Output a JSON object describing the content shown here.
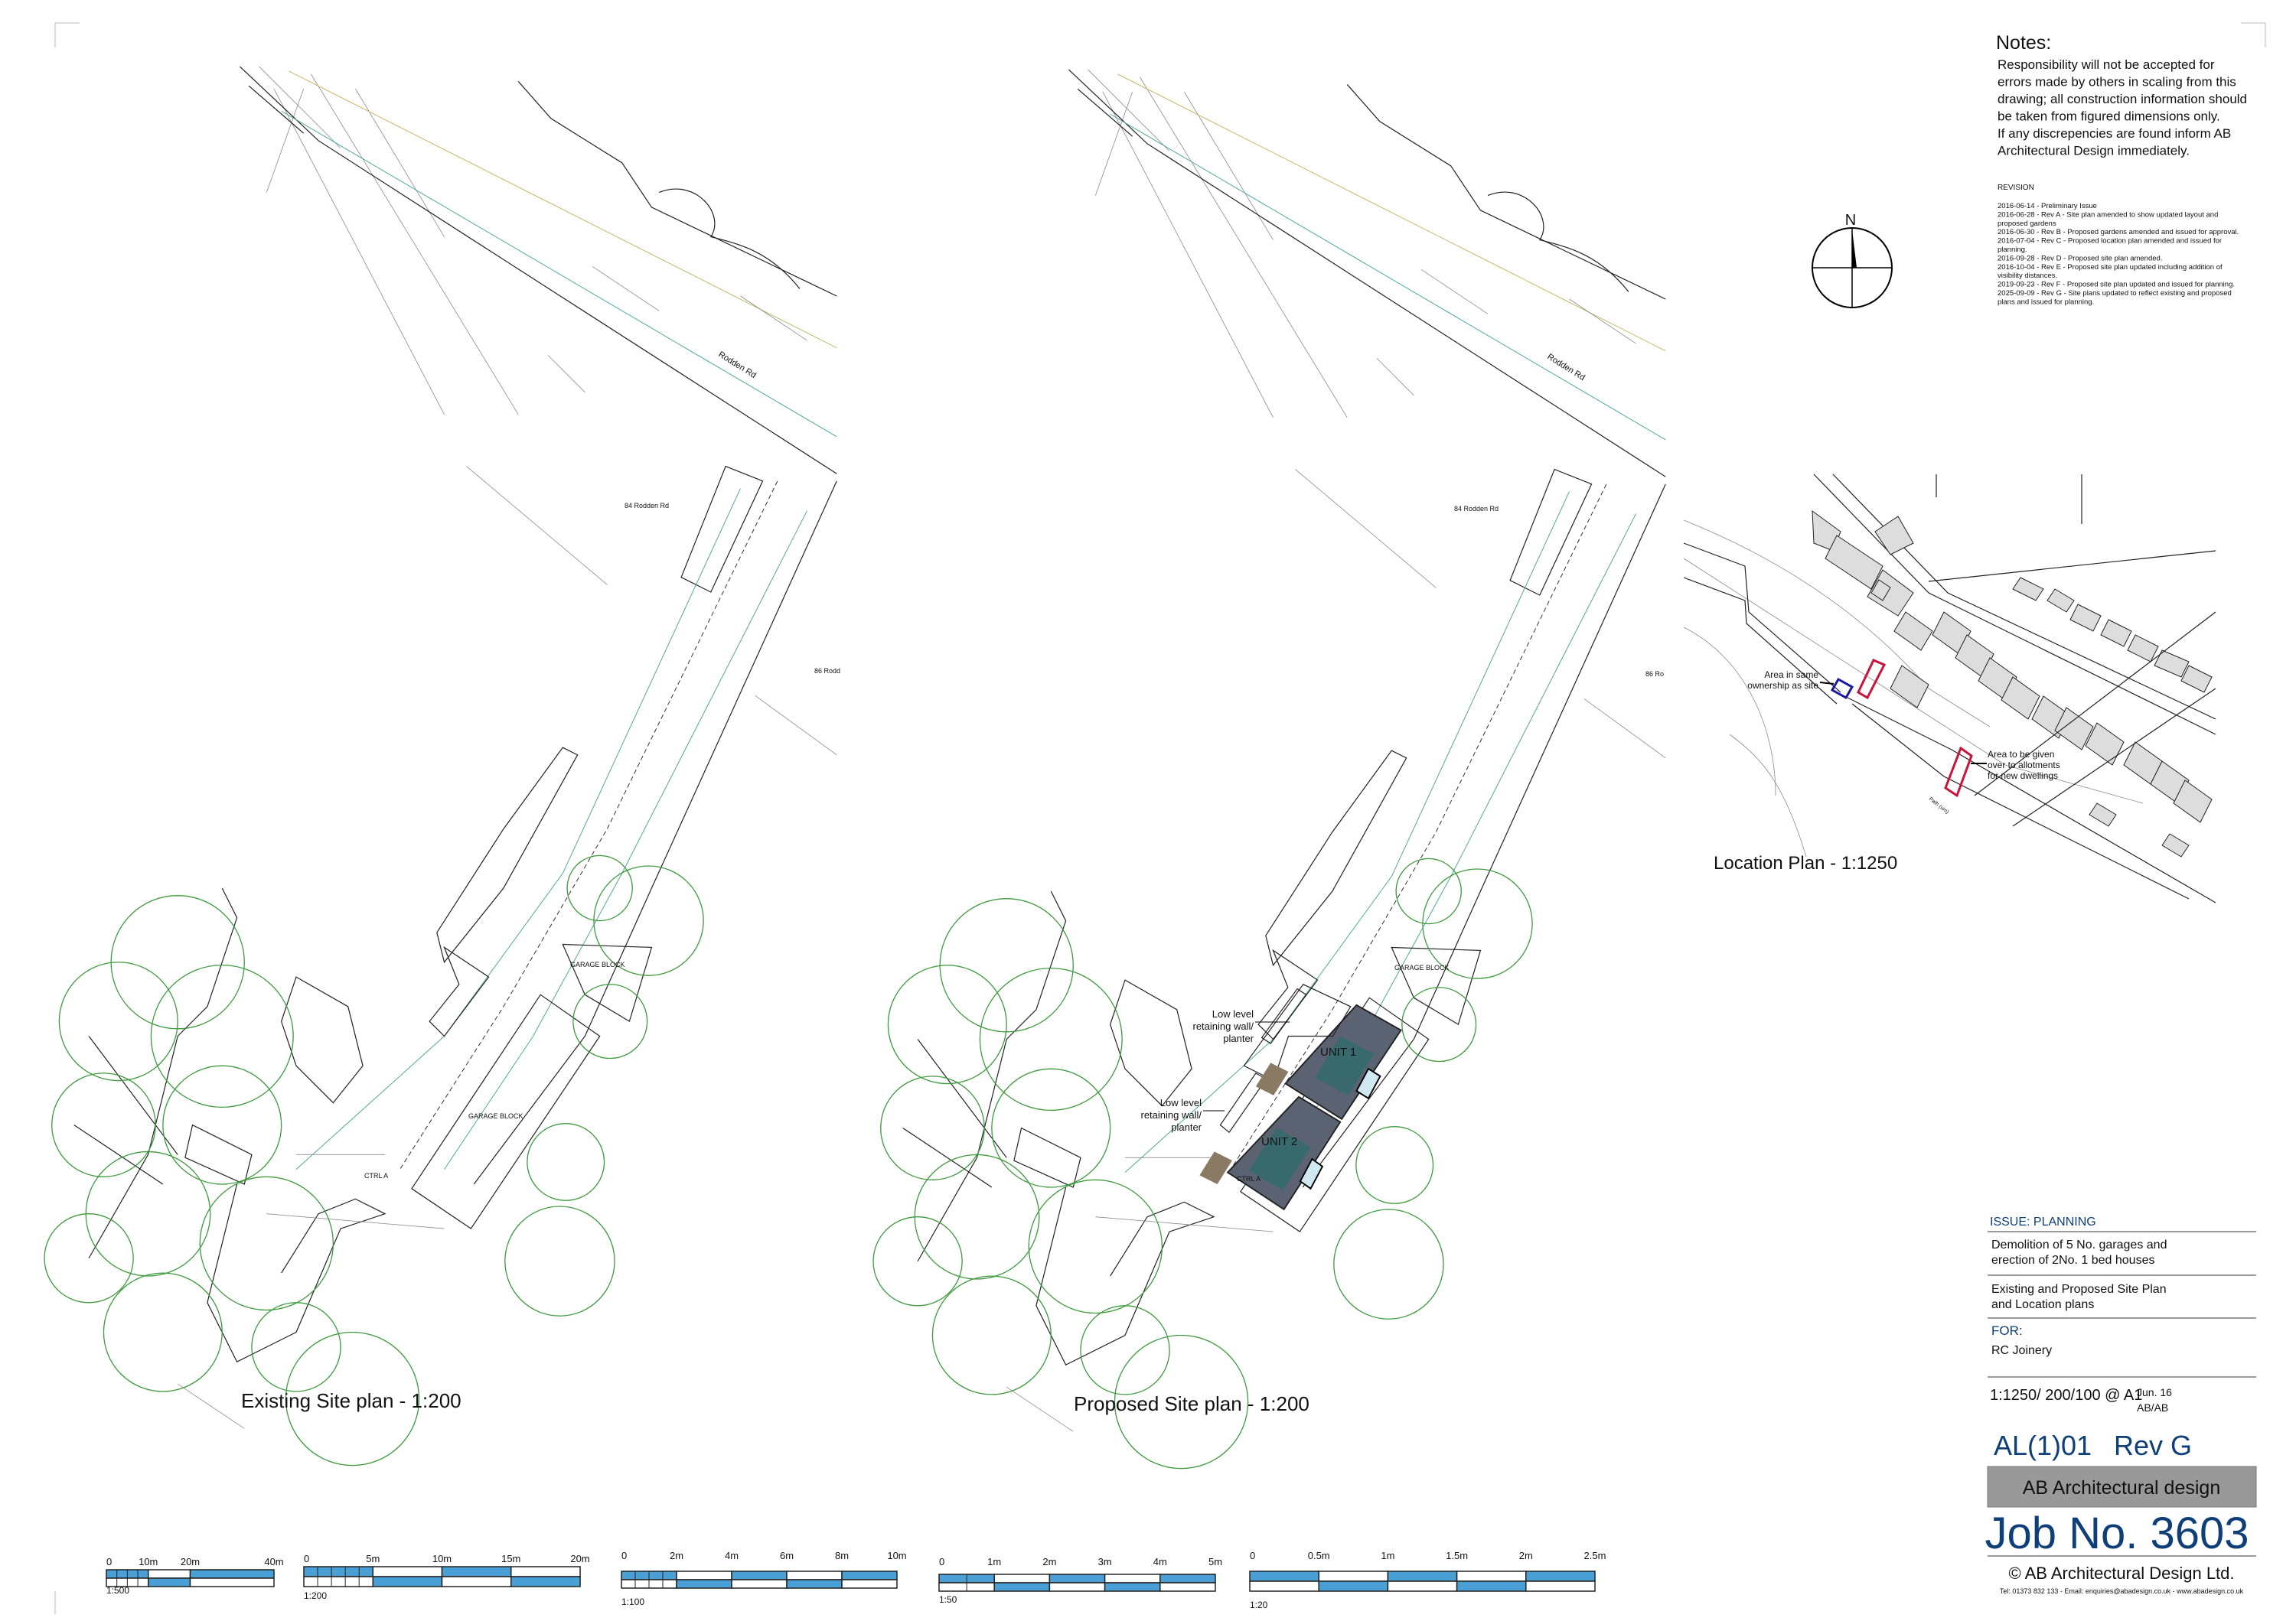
{
  "notes": {
    "title": "Notes:",
    "lines": [
      "Responsibility will not be accepted for",
      "errors made by others in scaling from this",
      "drawing; all construction information should",
      "be taken from figured dimensions only.",
      "If any discrepencies are found inform AB",
      "Architectural Design immediately."
    ]
  },
  "revision": {
    "title": "REVISION",
    "lines": [
      "2016-06-14 - Preliminary Issue",
      "2016-06-28 - Rev A - Site plan amended to show updated layout and",
      "proposed gardens",
      "2016-06-30 - Rev B - Proposed gardens amended and issued for approval.",
      "2016-07-04 - Rev C - Proposed location plan amended and issued for",
      "planning.",
      "2016-09-28 - Rev D - Proposed site plan amended.",
      "2016-10-04 - Rev E - Proposed site plan updated including addition of",
      "visibility distances.",
      "2019-09-23 - Rev F - Proposed site plan updated and issued for planning.",
      "2025-09-09 - Rev G - Site plans updated to reflect existing and proposed",
      "plans and issued for planning."
    ]
  },
  "north_arrow": {
    "label": "N",
    "icon": "north-arrow-icon"
  },
  "location_plan": {
    "title": "Location Plan - 1:1250",
    "label_ownership": [
      "Area in same",
      "ownership as site"
    ],
    "label_allotments": [
      "Area to be given",
      "over to allotments",
      "for new dwellings"
    ],
    "path_label": "Path (um)",
    "colors": {
      "site": "#c8143c",
      "ownership": "#1a1aa0"
    }
  },
  "existing_plan": {
    "title": "Existing Site plan - 1:200",
    "road": "Rodden Rd",
    "house_84": "84 Rodden Rd",
    "house_86": "86 Rodd",
    "garage_upper": "GARAGE BLOCK",
    "garage_lower": "GARAGE BLOCK",
    "ctrl": "CTRL A"
  },
  "proposed_plan": {
    "title": "Proposed Site plan - 1:200",
    "road": "Rodden Rd",
    "house_84": "84 Rodden Rd",
    "house_86": "86 Ro",
    "garage_upper": "GARAGE BLOCK",
    "ctrl": "CTRL A",
    "unit1": "UNIT 1",
    "unit2": "UNIT 2",
    "wall_label_1": [
      "Low level",
      "retaining wall/",
      "planter"
    ],
    "wall_label_2": [
      "Low level",
      "retaining wall/",
      "planter"
    ],
    "colors": {
      "roof": "#5b6372",
      "solar": "#2f6b6b",
      "rooflight": "#cfe8f2"
    }
  },
  "scale_bars": [
    {
      "scale": "1:500",
      "ticks": [
        "0",
        "10m",
        "20m",
        "40m"
      ]
    },
    {
      "scale": "1:200",
      "ticks": [
        "0",
        "5m",
        "10m",
        "15m",
        "20m"
      ]
    },
    {
      "scale": "1:100",
      "ticks": [
        "0",
        "2m",
        "4m",
        "6m",
        "8m",
        "10m"
      ]
    },
    {
      "scale": "1:50",
      "ticks": [
        "0",
        "1m",
        "2m",
        "3m",
        "4m",
        "5m"
      ]
    },
    {
      "scale": "1:20",
      "ticks": [
        "0",
        "0.5m",
        "1m",
        "1.5m",
        "2m",
        "2.5m"
      ]
    }
  ],
  "scale_bar_color": "#4a9fd4",
  "title_block": {
    "issue": "ISSUE: PLANNING",
    "project": [
      "Demolition of 5 No. garages and",
      "erection of 2No. 1 bed houses"
    ],
    "drawing_title": [
      "Existing and Proposed Site Plan",
      "and Location plans"
    ],
    "for_label": "FOR:",
    "client": "RC Joinery",
    "scale": "1:1250/ 200/100 @ A1",
    "date": "Jun. 16",
    "drawn_by": "AB/AB",
    "drawing_no": "AL(1)01",
    "revision": "Rev G",
    "company_banner": "AB Architectural design",
    "job_no": "Job No. 3603",
    "copyright": "© AB Architectural Design Ltd.",
    "contact": "Tel: 01373 832 133 - Email: enquiries@abadesign.co.uk - www.abadesign.co.uk",
    "accent_color": "#0e3f78",
    "banner_color": "#999999"
  }
}
